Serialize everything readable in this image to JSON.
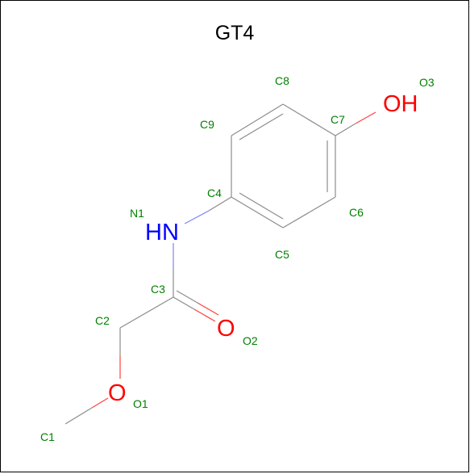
{
  "title": "GT4",
  "colors": {
    "bond": "#808080",
    "carbon_label": "#008000",
    "oxygen": "#ff0000",
    "nitrogen": "#0000ff"
  },
  "atoms": {
    "c1": "C1",
    "c2": "C2",
    "c3": "C3",
    "c4": "C4",
    "c5": "C5",
    "c6": "C6",
    "c7": "C7",
    "c8": "C8",
    "c9": "C9",
    "n1": "N1",
    "o1": "O1",
    "o2": "O2",
    "o3": "O3"
  },
  "groups": {
    "hydroxyl": "OH",
    "amine": "HN",
    "carbonyl_o": "O",
    "ether_o": "O"
  }
}
